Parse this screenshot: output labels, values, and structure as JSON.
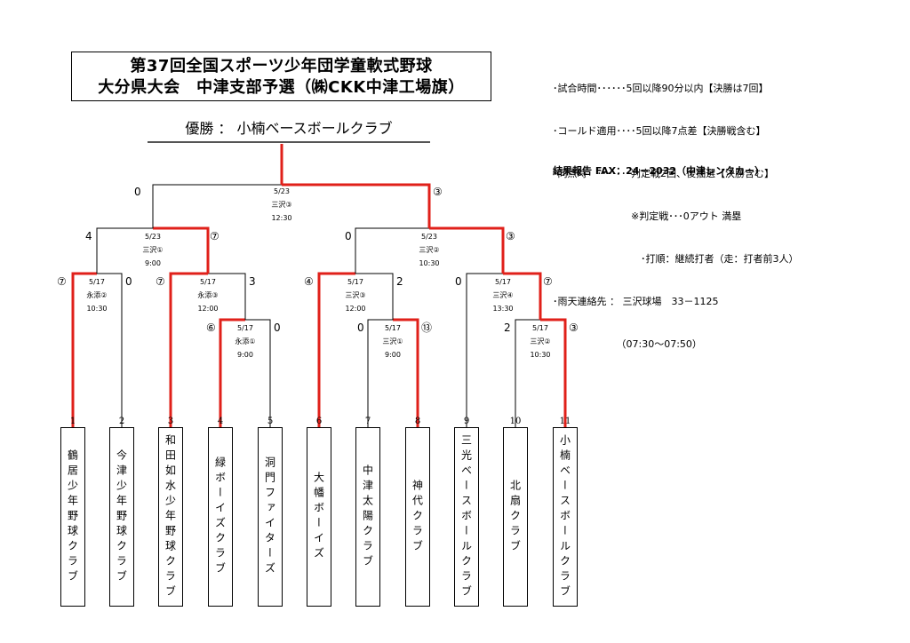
{
  "title": {
    "line1": "第37回全国スポーツ少年団学童軟式野球",
    "line2": "大分県大会　中津支部予選（㈱CKK中津工場旗）"
  },
  "winner": "優勝 ： 小楠ベースボールクラブ",
  "rules": [
    "･試合時間･･････5回以降90分以内【決勝は7回】",
    "･コールド適用････5回以降7点差【決勝戦含む】",
    "･同点時　･･･････判定戦2回、後抽選【決勝含む】",
    "　　　　　　　　※判定戦･･･0アウト 満塁",
    "　　　　　　　　　･打順：継続打者（走：打者前3人）",
    "･雨天連絡先 ： 三沢球場　33－1125",
    "　　　　　　　（07:30～07:50）"
  ],
  "fax": "結果報告 FAX：24－2032（中津レンタカー）",
  "teams": [
    {
      "num": "1",
      "name": "鶴居少年野球クラブ"
    },
    {
      "num": "2",
      "name": "今津少年野球クラブ"
    },
    {
      "num": "3",
      "name": "和田如水少年野球クラブ"
    },
    {
      "num": "4",
      "name": "緑ボーイズクラブ"
    },
    {
      "num": "5",
      "name": "洞門ファイターズ"
    },
    {
      "num": "6",
      "name": "大幡ボーイズ"
    },
    {
      "num": "7",
      "name": "中津太陽クラブ"
    },
    {
      "num": "8",
      "name": "神代クラブ"
    },
    {
      "num": "9",
      "name": "三光ベースボールクラブ"
    },
    {
      "num": "10",
      "name": "北扇クラブ"
    },
    {
      "num": "11",
      "name": "小楠ベースボールクラブ"
    }
  ],
  "matches": {
    "m45": {
      "date": "5/17",
      "venue": "永添①",
      "time": "9:00",
      "left": "⑥",
      "right": "0"
    },
    "m78": {
      "date": "5/17",
      "venue": "三沢①",
      "time": "9:00",
      "left": "0",
      "right": "⑬"
    },
    "m1011": {
      "date": "5/17",
      "venue": "三沢②",
      "time": "10:30",
      "left": "2",
      "right": "③"
    },
    "m12": {
      "date": "5/17",
      "venue": "永添②",
      "time": "10:30",
      "left": "⑦",
      "right": "0"
    },
    "m34": {
      "date": "5/17",
      "venue": "永添③",
      "time": "12:00",
      "left": "⑦",
      "right": "3"
    },
    "m67": {
      "date": "5/17",
      "venue": "三沢③",
      "time": "12:00",
      "left": "④",
      "right": "2"
    },
    "m910": {
      "date": "5/17",
      "venue": "三沢④",
      "time": "13:30",
      "left": "0",
      "right": "⑦"
    },
    "sfL": {
      "date": "5/23",
      "venue": "三沢①",
      "time": "9:00",
      "left": "4",
      "right": "⑦"
    },
    "sfR": {
      "date": "5/23",
      "venue": "三沢②",
      "time": "10:30",
      "left": "0",
      "right": "③"
    },
    "final": {
      "date": "5/23",
      "venue": "三沢③",
      "time": "12:30",
      "left": "0",
      "right": "③"
    }
  },
  "colors": {
    "win": "#e0201a",
    "line": "#000000"
  }
}
